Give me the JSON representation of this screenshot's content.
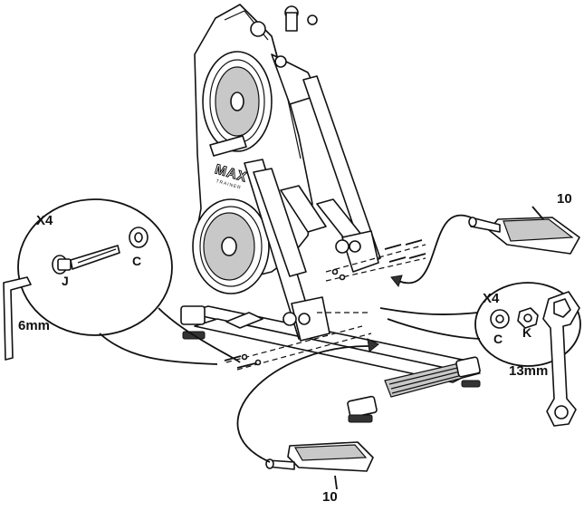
{
  "labels": {
    "pedal_top_number": "10",
    "pedal_bottom_number": "10",
    "left_qty": "X4",
    "left_bolt_part": "J",
    "left_washer_part": "C",
    "left_wrench_size": "6mm",
    "right_qty": "X4",
    "right_washer_part": "C",
    "right_nut_part": "K",
    "right_wrench_size": "13mm"
  },
  "logo": {
    "main": "MAX",
    "sub": "TRAINER"
  },
  "colors": {
    "line": "#111111",
    "fill": "#ffffff",
    "shade": "#c8c8c8",
    "dark": "#333333"
  }
}
